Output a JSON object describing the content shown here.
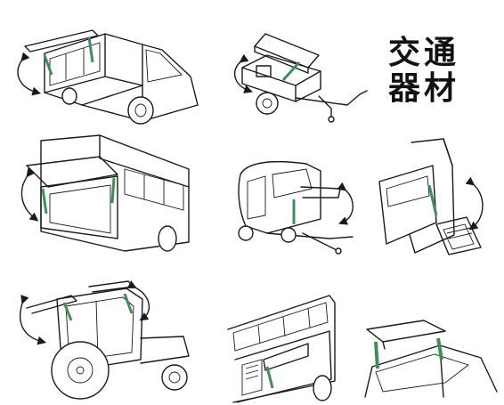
{
  "title": {
    "line1": "交通",
    "line2": "器材"
  },
  "colors": {
    "strut": "#3e8e5a",
    "ink": "#1a1a1a",
    "background": "#ffffff"
  },
  "illustrations": [
    "food-truck",
    "trailer",
    "bus",
    "caravan",
    "van-rear-door",
    "tractor",
    "coach-side-hatch",
    "car-tailgate"
  ]
}
